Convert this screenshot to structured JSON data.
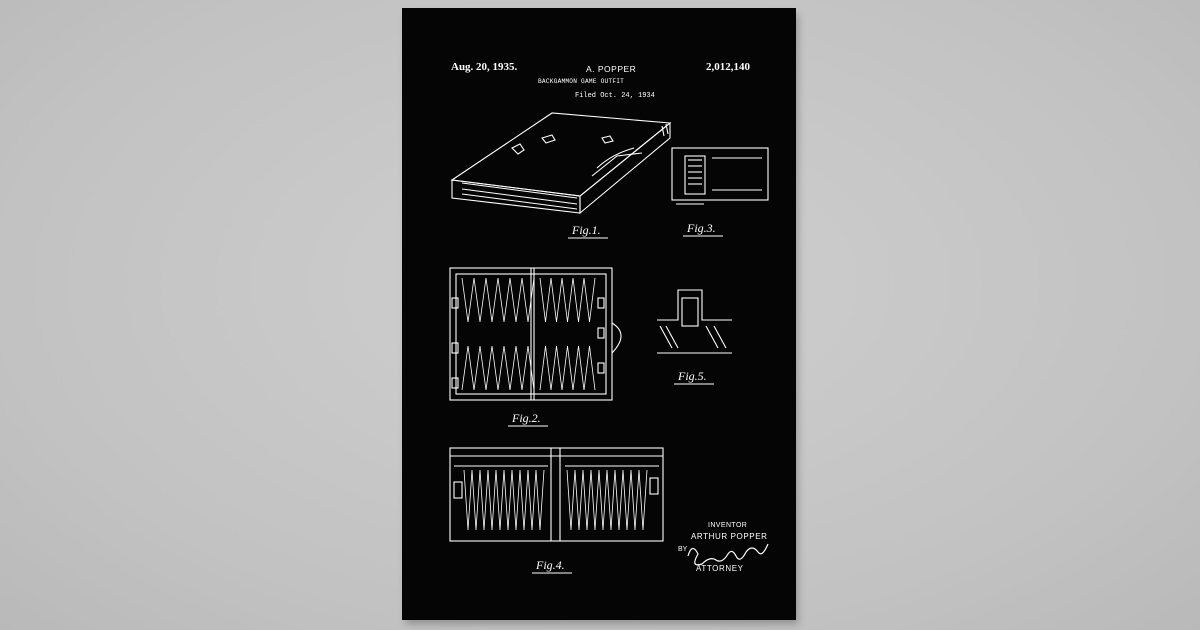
{
  "patent": {
    "date": "Aug. 20, 1935.",
    "inventor_header": "A. POPPER",
    "title": "BACKGAMMON GAME OUTFIT",
    "filed": "Filed Oct. 24, 1934",
    "number": "2,012,140"
  },
  "figures": {
    "fig1": "Fig.1.",
    "fig2": "Fig.2.",
    "fig3": "Fig.3.",
    "fig4": "Fig.4.",
    "fig5": "Fig.5."
  },
  "signature_block": {
    "inventor_label": "INVENTOR",
    "inventor_name": "ARTHUR POPPER",
    "by": "BY",
    "attorney": "ATTORNEY"
  },
  "colors": {
    "wall": "#c4c4c4",
    "poster": "#050505",
    "ink": "#ffffff"
  }
}
